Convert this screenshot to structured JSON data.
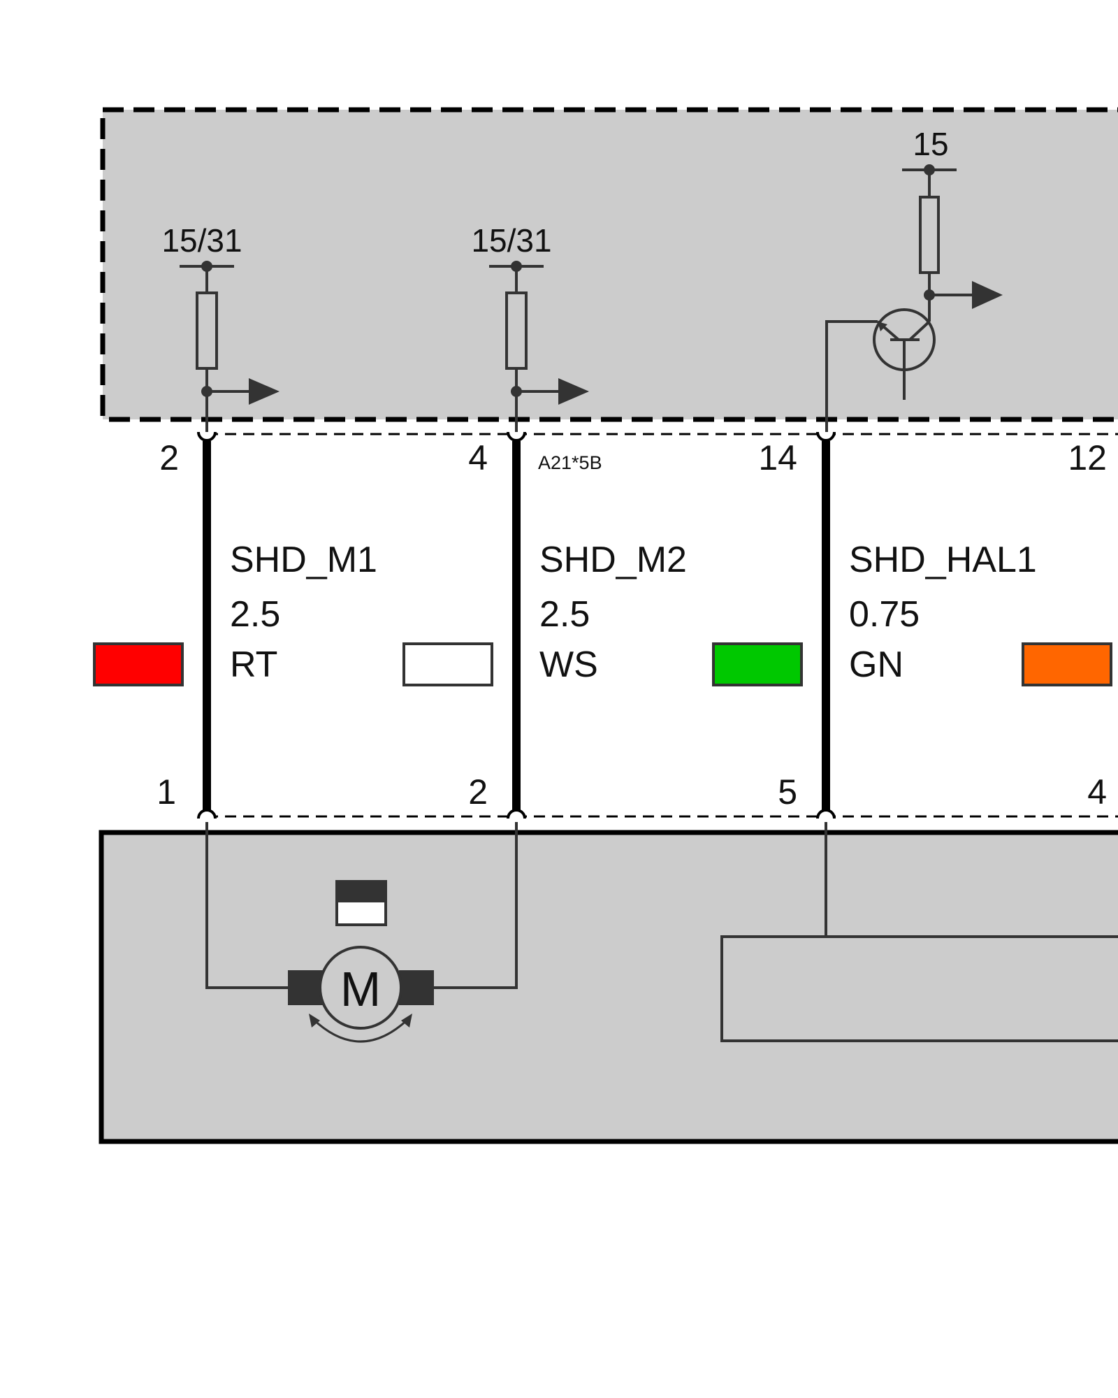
{
  "control_unit": {
    "reference": "A21*5B",
    "terminals": [
      {
        "label": "15/31"
      },
      {
        "label": "15/31"
      },
      {
        "label": "15"
      }
    ]
  },
  "wires": [
    {
      "signal": "SHD_M1",
      "size": "2.5",
      "color_code": "RT",
      "swatch_color": "#ff0000",
      "top_pin": "2",
      "bottom_pin": "1"
    },
    {
      "signal": "SHD_M2",
      "size": "2.5",
      "color_code": "WS",
      "swatch_color": "#ffffff",
      "top_pin": "4",
      "bottom_pin": "2"
    },
    {
      "signal": "SHD_HAL1",
      "size": "0.75",
      "color_code": "GN",
      "swatch_color": "#00c800",
      "top_pin": "14",
      "bottom_pin": "5"
    },
    {
      "top_pin": "12",
      "bottom_pin": "4",
      "swatch_color": "#ff6600"
    }
  ],
  "motor": {
    "symbol": "M"
  },
  "colors": {
    "module_fill": "#cccccc",
    "line": "#333333",
    "wire": "#000000"
  }
}
